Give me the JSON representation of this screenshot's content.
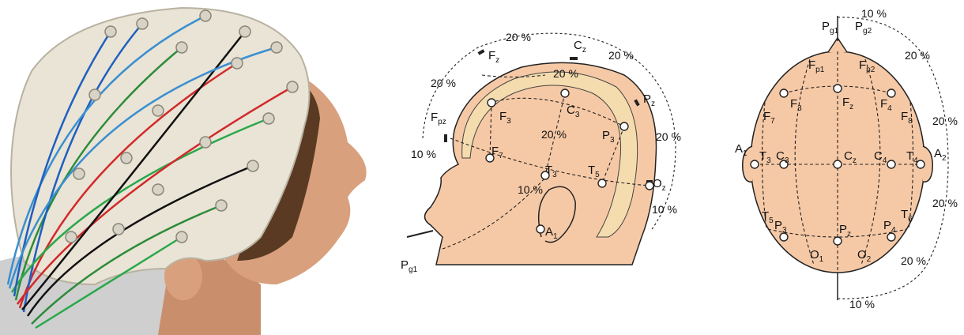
{
  "colors": {
    "skin": "#f6c9a6",
    "skull": "#f5dcae",
    "outline": "#222222",
    "cap": "#e9e4d6",
    "hair": "#5a3a22",
    "face": "#d9a07e",
    "wire_colors": [
      "#2e8b3a",
      "#d22a2a",
      "#1f5fbf",
      "#2aa84a",
      "#111111",
      "#3a8fd0"
    ]
  },
  "side_view": {
    "electrodes": [
      {
        "id": "fpz",
        "main": "F",
        "sub": "pz"
      },
      {
        "id": "fz",
        "main": "F",
        "sub": "z"
      },
      {
        "id": "cz",
        "main": "C",
        "sub": "z"
      },
      {
        "id": "pz",
        "main": "P",
        "sub": "z"
      },
      {
        "id": "oz",
        "main": "O",
        "sub": "z"
      },
      {
        "id": "f3",
        "main": "F",
        "sub": "3"
      },
      {
        "id": "c3",
        "main": "C",
        "sub": "3"
      },
      {
        "id": "p3",
        "main": "P",
        "sub": "3"
      },
      {
        "id": "f7",
        "main": "F",
        "sub": "7"
      },
      {
        "id": "t3",
        "main": "T",
        "sub": "3"
      },
      {
        "id": "t5",
        "main": "T",
        "sub": "5"
      },
      {
        "id": "a1",
        "main": "A",
        "sub": "1"
      },
      {
        "id": "pg1",
        "main": "P",
        "sub": "g1"
      }
    ],
    "percentages": [
      "20 %",
      "20 %",
      "20 %",
      "20 %",
      "20 %",
      "20 %",
      "10 %",
      "10 %",
      "10 %"
    ]
  },
  "top_view": {
    "electrodes": [
      {
        "id": "pg1",
        "main": "P",
        "sub": "g1"
      },
      {
        "id": "pg2",
        "main": "P",
        "sub": "g2"
      },
      {
        "id": "fp1",
        "main": "F",
        "sub": "p1"
      },
      {
        "id": "fp2",
        "main": "F",
        "sub": "p2"
      },
      {
        "id": "f7",
        "main": "F",
        "sub": "7"
      },
      {
        "id": "f3",
        "main": "F",
        "sub": "3"
      },
      {
        "id": "fz",
        "main": "F",
        "sub": "z"
      },
      {
        "id": "f4",
        "main": "F",
        "sub": "4"
      },
      {
        "id": "f8",
        "main": "F",
        "sub": "8"
      },
      {
        "id": "a1",
        "main": "A",
        "sub": "1"
      },
      {
        "id": "t3",
        "main": "T",
        "sub": "3"
      },
      {
        "id": "c3",
        "main": "C",
        "sub": "3"
      },
      {
        "id": "cz",
        "main": "C",
        "sub": "z"
      },
      {
        "id": "c4",
        "main": "C",
        "sub": "4"
      },
      {
        "id": "t4",
        "main": "T",
        "sub": "4"
      },
      {
        "id": "a2",
        "main": "A",
        "sub": "2"
      },
      {
        "id": "t5",
        "main": "T",
        "sub": "5"
      },
      {
        "id": "p3",
        "main": "P",
        "sub": "3"
      },
      {
        "id": "pz",
        "main": "P",
        "sub": "z"
      },
      {
        "id": "p4",
        "main": "P",
        "sub": "4"
      },
      {
        "id": "t6",
        "main": "T",
        "sub": "6"
      },
      {
        "id": "o1",
        "main": "O",
        "sub": "1"
      },
      {
        "id": "o2",
        "main": "O",
        "sub": "2"
      }
    ],
    "percentages": [
      "10 %",
      "20 %",
      "20 %",
      "20 %",
      "20 %",
      "10 %"
    ]
  }
}
